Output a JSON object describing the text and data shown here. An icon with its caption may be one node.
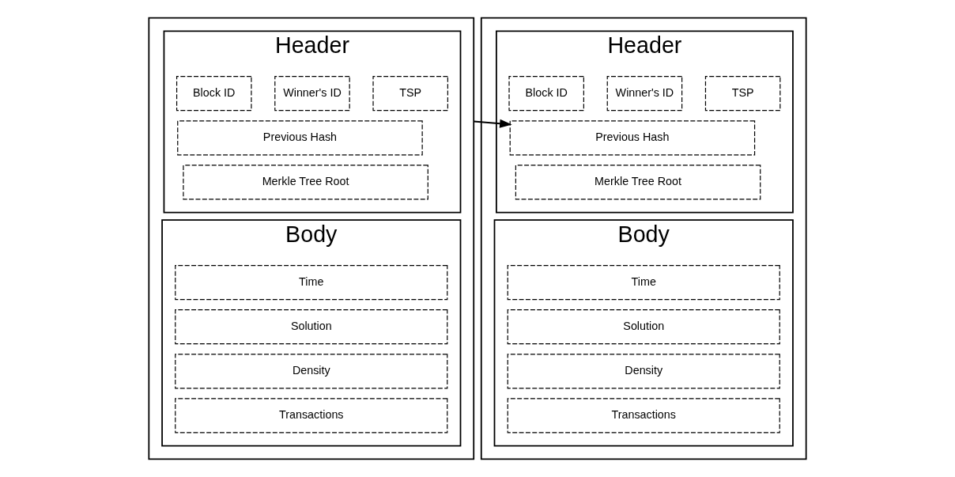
{
  "diagram": {
    "nodes": [
      {
        "text": [],
        "shape": "box"
      },
      {
        "text": [
          "Header"
        ],
        "in": 0
      },
      {
        "text": [
          "Block ID"
        ],
        "in": 1
      },
      {
        "text": [
          "Winner's ID"
        ],
        "in": 1
      },
      {
        "text": [
          "TSP"
        ],
        "in": 1
      },
      {
        "text": [
          "Previous Hash"
        ],
        "in": 1
      },
      {
        "text": [
          "Merkle Tree Root"
        ],
        "in": 1
      },
      {
        "text": [
          "Body"
        ],
        "in": 0
      },
      {
        "text": [
          "Time"
        ],
        "in": 7
      },
      {
        "text": [
          "Solution"
        ],
        "in": 7
      },
      {
        "text": [
          "Density"
        ],
        "in": 7
      },
      {
        "text": [
          "Transactions"
        ],
        "in": 7
      },
      {
        "text": [],
        "shape": "box"
      },
      {
        "text": [
          "Header"
        ],
        "in": 12
      },
      {
        "text": [
          "Block ID"
        ],
        "in": 13
      },
      {
        "text": [
          "Winner's ID"
        ],
        "in": 13
      },
      {
        "text": [
          "TSP"
        ],
        "in": 13
      },
      {
        "text": [
          "Previous Hash"
        ],
        "in": 13
      },
      {
        "text": [
          "Merkle Tree Root"
        ],
        "in": 13
      },
      {
        "text": [
          "Body"
        ],
        "in": 12
      },
      {
        "text": [
          "Time"
        ],
        "in": 19
      },
      {
        "text": [
          "Solution"
        ],
        "in": 19
      },
      {
        "text": [
          "Density"
        ],
        "in": 19
      },
      {
        "text": [
          "Transactions"
        ],
        "in": 19
      }
    ],
    "edges": [
      {
        "from": 0,
        "to": 17,
        "arrow": "to"
      }
    ]
  }
}
